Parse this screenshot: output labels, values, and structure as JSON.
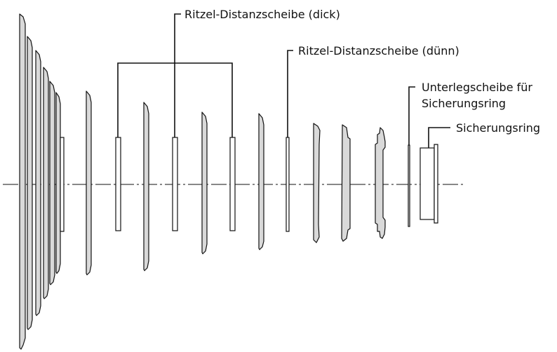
{
  "labels": {
    "spacer_thick": "Ritzel-Distanzscheibe (dick)",
    "spacer_thin": "Ritzel-Distanzscheibe (dünn)",
    "lockring_washer_line1": "Unterlegscheibe für",
    "lockring_washer_line2": "Sicherungsring",
    "lockring": "Sicherungsring"
  },
  "colors": {
    "line": "#111111",
    "part_fill": "#d9d9d9",
    "background": "#ffffff"
  }
}
